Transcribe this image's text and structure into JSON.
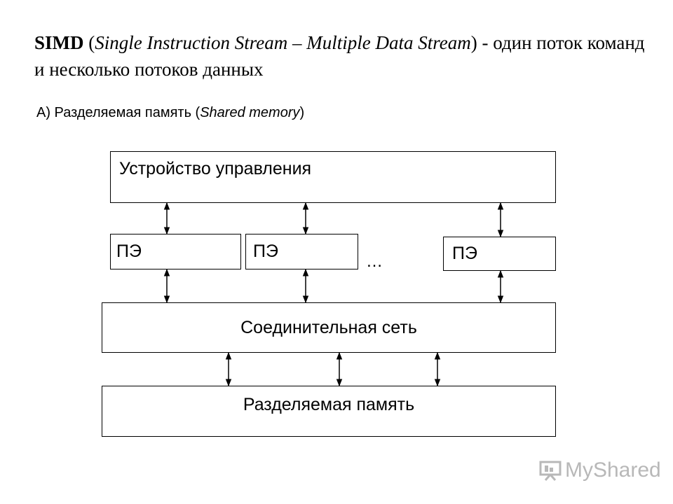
{
  "title": {
    "bold": "SIMD",
    "open_paren": " (",
    "italic": "Single Instruction Stream – Multiple Data Stream",
    "rest": ") - один поток команд и несколько потоков данных"
  },
  "subtitle": {
    "prefix": "А) Разделяемая память (",
    "italic": "Shared memory",
    "suffix": ")"
  },
  "diagram": {
    "control_unit": "Устройство управления",
    "pe_1": "ПЭ",
    "pe_2": "ПЭ",
    "pe_3": "ПЭ",
    "ellipsis": "…",
    "network": "Соединительная сеть",
    "memory": "Разделяемая память"
  },
  "logo": {
    "text": "MyShared",
    "icon": "presentation-board-icon"
  }
}
